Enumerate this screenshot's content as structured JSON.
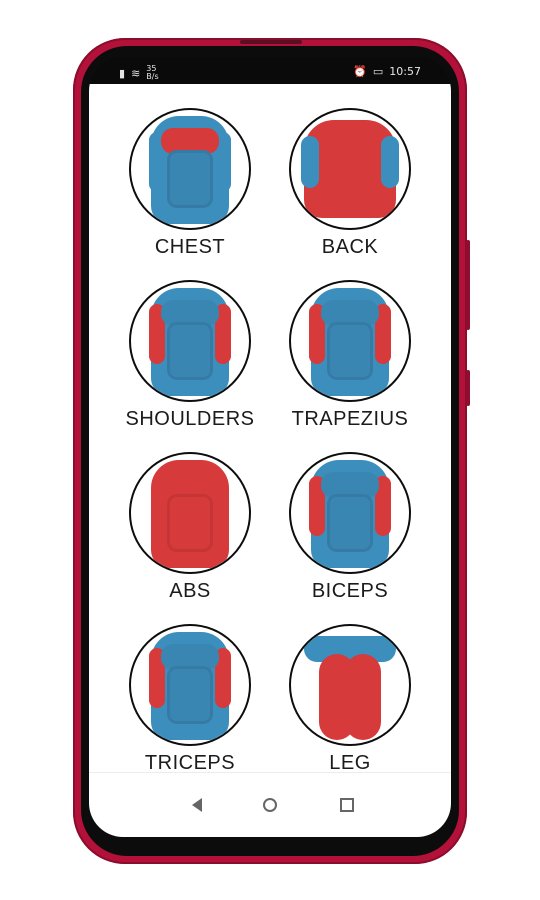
{
  "status_bar": {
    "left_mini_top": "35",
    "left_mini_bottom": "B/s",
    "time": "10:57"
  },
  "muscles": [
    {
      "label": "CHEST",
      "icon": "chest-icon"
    },
    {
      "label": "BACK",
      "icon": "back-icon"
    },
    {
      "label": "SHOULDERS",
      "icon": "shoulders-icon"
    },
    {
      "label": "TRAPEZIUS",
      "icon": "trapezius-icon"
    },
    {
      "label": "ABS",
      "icon": "abs-icon"
    },
    {
      "label": "BICEPS",
      "icon": "biceps-icon"
    },
    {
      "label": "TRICEPS",
      "icon": "triceps-icon"
    },
    {
      "label": "LEG",
      "icon": "leg-icon"
    }
  ],
  "nav": {
    "back_icon": "nav-back-icon",
    "home_icon": "nav-home-icon",
    "recents_icon": "nav-recents-icon"
  },
  "colors": {
    "frame": "#b3113a",
    "muscle_blue": "#3c8fbd",
    "muscle_red": "#d63a3a"
  }
}
